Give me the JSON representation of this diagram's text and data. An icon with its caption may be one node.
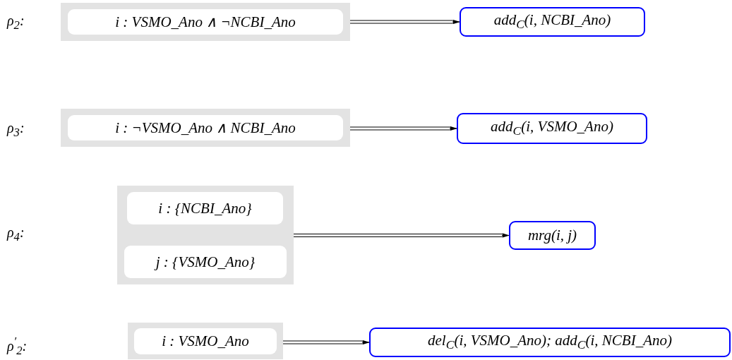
{
  "diagram": {
    "nodes": [
      {
        "text": [],
        "shape": "box"
      },
      {
        "text": [
          "i : VSMO_Ano ∧ ¬NCBI_Ano"
        ],
        "in": 0
      },
      {
        "text": [
          "add$_{C}$(i, NCBI_Ano)"
        ]
      },
      {
        "text": [],
        "shape": "box"
      },
      {
        "text": [
          "i : ¬VSMO_Ano ∧ NCBI_Ano"
        ],
        "in": 3
      },
      {
        "text": [
          "add$_{C}$(i, VSMO_Ano)"
        ]
      },
      {
        "text": [],
        "shape": "box"
      },
      {
        "text": [
          "i : {NCBI_Ano}"
        ],
        "in": 6
      },
      {
        "text": [
          "j : {VSMO_Ano}"
        ],
        "in": 6
      },
      {
        "text": [
          "mrg(i, j)"
        ]
      },
      {
        "text": [],
        "shape": "box"
      },
      {
        "text": [
          "i : VSMO_Ano"
        ],
        "in": 10
      },
      {
        "text": [
          "del$_{C}$(i, VSMO_Ano); add$_{C}$(i, NCBI_Ano)"
        ]
      }
    ],
    "edges": [
      {
        "from": 0,
        "to": 2,
        "arrow": "to"
      },
      {
        "from": 3,
        "to": 5,
        "arrow": "to"
      },
      {
        "from": 6,
        "to": 9,
        "arrow": "to"
      },
      {
        "from": 10,
        "to": 12,
        "arrow": "to"
      }
    ],
    "labels": [
      "ρ$_{2}$:",
      "ρ$_{3}$:",
      "ρ$_{4}$:",
      "ρ$^{′}$$_{2}$:"
    ]
  }
}
